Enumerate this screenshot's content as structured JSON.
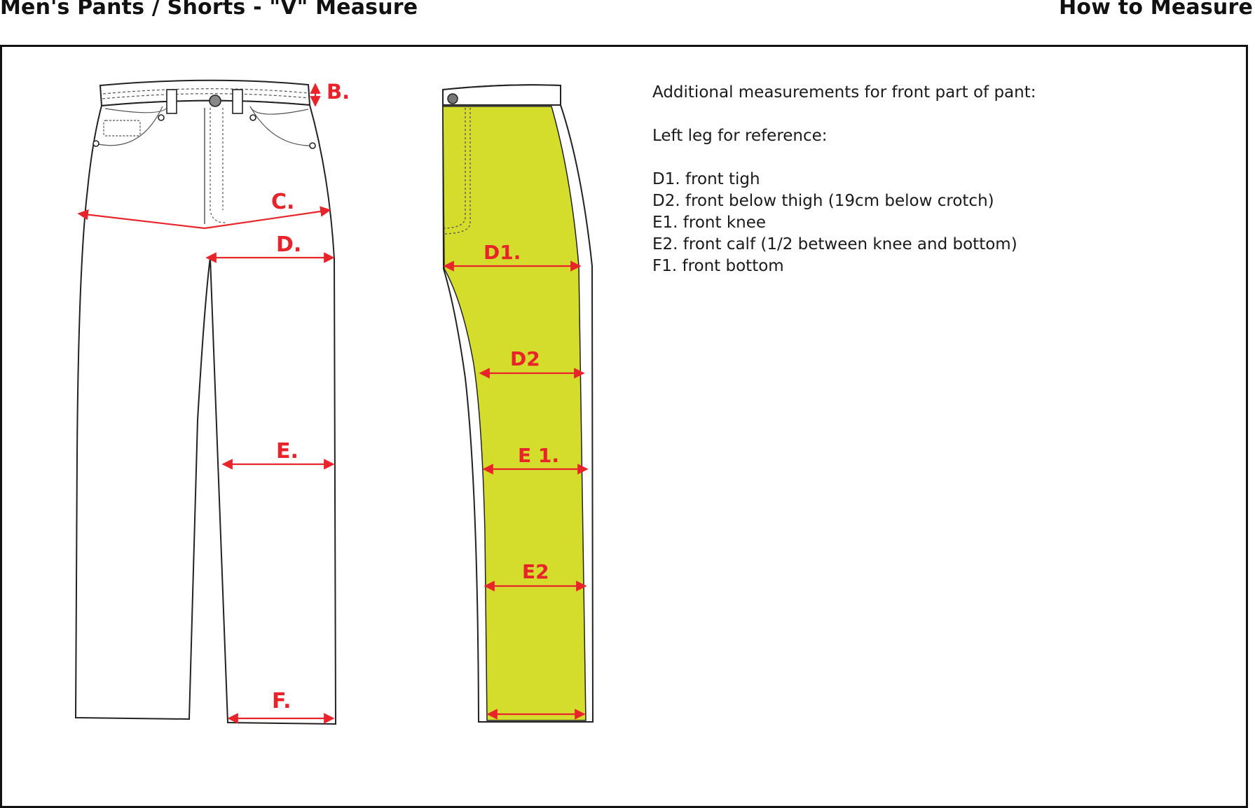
{
  "header": {
    "title_left": "Men's Pants / Shorts - \"V\" Measure",
    "title_right": "How to Measure"
  },
  "colors": {
    "measure_red": "#e8242a",
    "highlight_yellow": "#d4dc2c",
    "outline": "#222222"
  },
  "labels": {
    "B": "B.",
    "C": "C.",
    "D": "D.",
    "E": "E.",
    "F": "F.",
    "D1": "D1.",
    "D2": "D2",
    "E1": "E 1.",
    "E2": "E2"
  },
  "notes": {
    "intro": "Additional measurements for front part of pant:",
    "reference": "Left leg for reference:",
    "items": [
      "D1. front tigh",
      "D2. front below thigh (19cm below crotch)",
      "E1. front knee",
      "E2. front calf (1/2 between knee and bottom)",
      "F1. front bottom"
    ]
  }
}
